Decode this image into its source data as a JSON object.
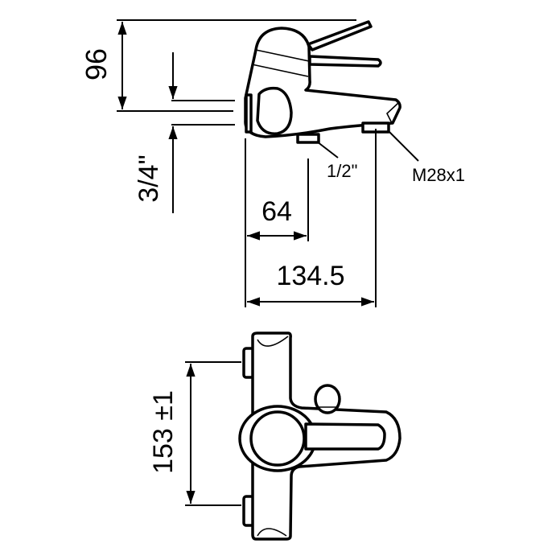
{
  "dimensions": {
    "height": "96",
    "inlet_thread": "3/4\"",
    "supply_thread": "1/2\"",
    "outlet_thread": "M28x1",
    "spout_offset": "64",
    "spout_projection": "134.5",
    "inlet_spacing": "153 ±1"
  },
  "colors": {
    "line": "#000000",
    "background": "#ffffff"
  }
}
